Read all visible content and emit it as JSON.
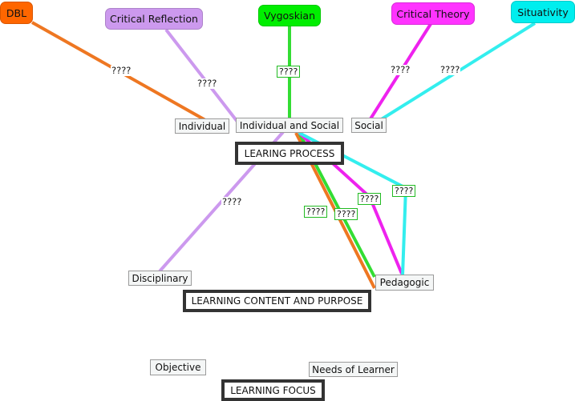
{
  "colors": {
    "dbl": "#ff6600",
    "critical_reflection": "#cc99ee",
    "vygoskian": "#00ee00",
    "critical_theory": "#ff33ff",
    "situativity": "#00eeee",
    "edge_orange": "#ee7722",
    "edge_purple": "#cc99ee",
    "edge_green": "#33dd33",
    "edge_magenta": "#ee22ee",
    "edge_cyan": "#33eeee"
  },
  "theories": {
    "dbl": "DBL",
    "critical_reflection": "Critical Reflection",
    "vygoskian": "Vygoskian",
    "critical_theory": "Critical Theory",
    "situativity": "Situativity"
  },
  "concepts": {
    "individual": "Individual",
    "individual_and_social": "Individual and Social",
    "social": "Social",
    "disciplinary": "Disciplinary",
    "pedagogic": "Pedagogic",
    "objective": "Objective",
    "needs_of_learner": "Needs of Learner"
  },
  "categories": {
    "learning_process": "LEARING PROCESS",
    "learning_content": "LEARNING CONTENT AND PURPOSE",
    "learning_focus": "LEARNING FOCUS"
  },
  "link_labels": {
    "dbl": "????",
    "critical_reflection": "????",
    "vygoskian": "????",
    "critical_theory": "????",
    "situativity": "????",
    "disciplinary": "????",
    "pedagogic_orange": "????",
    "pedagogic_green": "????",
    "pedagogic_magenta": "????",
    "pedagogic_cyan": "????"
  }
}
